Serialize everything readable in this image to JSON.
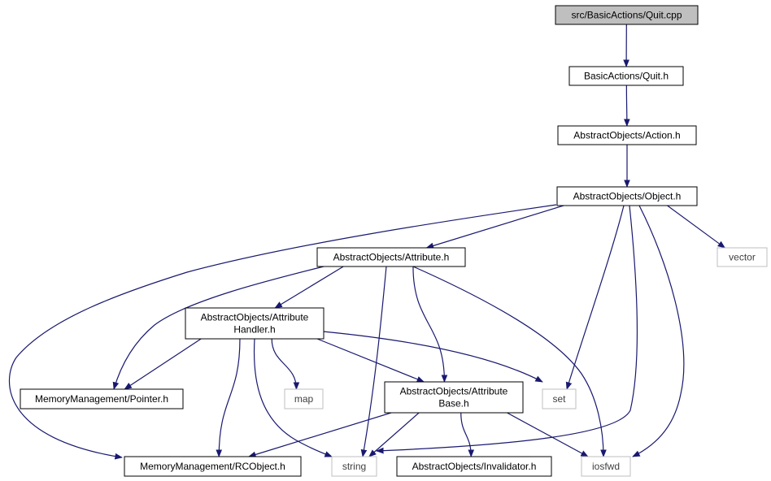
{
  "nodes": [
    {
      "id": "quit_cpp",
      "lines": [
        "src/BasicActions/Quit.cpp"
      ],
      "style": "root"
    },
    {
      "id": "quit_h",
      "lines": [
        "BasicActions/Quit.h"
      ],
      "style": "internal"
    },
    {
      "id": "action_h",
      "lines": [
        "AbstractObjects/Action.h"
      ],
      "style": "internal"
    },
    {
      "id": "object_h",
      "lines": [
        "AbstractObjects/Object.h"
      ],
      "style": "internal"
    },
    {
      "id": "vector",
      "lines": [
        "vector"
      ],
      "style": "external"
    },
    {
      "id": "attribute_h",
      "lines": [
        "AbstractObjects/Attribute.h"
      ],
      "style": "internal"
    },
    {
      "id": "attr_handler_h",
      "lines": [
        "AbstractObjects/Attribute",
        "Handler.h"
      ],
      "style": "internal"
    },
    {
      "id": "pointer_h",
      "lines": [
        "MemoryManagement/Pointer.h"
      ],
      "style": "internal"
    },
    {
      "id": "map",
      "lines": [
        "map"
      ],
      "style": "external"
    },
    {
      "id": "attr_base_h",
      "lines": [
        "AbstractObjects/Attribute",
        "Base.h"
      ],
      "style": "internal"
    },
    {
      "id": "set",
      "lines": [
        "set"
      ],
      "style": "external"
    },
    {
      "id": "rcobject_h",
      "lines": [
        "MemoryManagement/RCObject.h"
      ],
      "style": "internal"
    },
    {
      "id": "string",
      "lines": [
        "string"
      ],
      "style": "external"
    },
    {
      "id": "invalidator_h",
      "lines": [
        "AbstractObjects/Invalidator.h"
      ],
      "style": "internal"
    },
    {
      "id": "iosfwd",
      "lines": [
        "iosfwd"
      ],
      "style": "external"
    }
  ],
  "edges": [
    {
      "from": "quit_cpp",
      "to": "quit_h"
    },
    {
      "from": "quit_h",
      "to": "action_h"
    },
    {
      "from": "action_h",
      "to": "object_h"
    },
    {
      "from": "object_h",
      "to": "attribute_h"
    },
    {
      "from": "object_h",
      "to": "vector"
    },
    {
      "from": "object_h",
      "to": "rcobject_h"
    },
    {
      "from": "object_h",
      "to": "set"
    },
    {
      "from": "object_h",
      "to": "string"
    },
    {
      "from": "object_h",
      "to": "iosfwd"
    },
    {
      "from": "attribute_h",
      "to": "attr_handler_h"
    },
    {
      "from": "attribute_h",
      "to": "pointer_h"
    },
    {
      "from": "attribute_h",
      "to": "string"
    },
    {
      "from": "attribute_h",
      "to": "attr_base_h"
    },
    {
      "from": "attribute_h",
      "to": "iosfwd"
    },
    {
      "from": "attr_handler_h",
      "to": "pointer_h"
    },
    {
      "from": "attr_handler_h",
      "to": "map"
    },
    {
      "from": "attr_handler_h",
      "to": "attr_base_h"
    },
    {
      "from": "attr_handler_h",
      "to": "set"
    },
    {
      "from": "attr_handler_h",
      "to": "rcobject_h"
    },
    {
      "from": "attr_handler_h",
      "to": "string"
    },
    {
      "from": "attr_base_h",
      "to": "rcobject_h"
    },
    {
      "from": "attr_base_h",
      "to": "string"
    },
    {
      "from": "attr_base_h",
      "to": "invalidator_h"
    },
    {
      "from": "attr_base_h",
      "to": "iosfwd"
    }
  ],
  "colors": {
    "edge": "#191970",
    "internal_border": "#000000",
    "external_border": "#bfbfbf",
    "external_text": "#404040",
    "root_fill": "#bfbfbf",
    "node_fill": "#ffffff"
  }
}
